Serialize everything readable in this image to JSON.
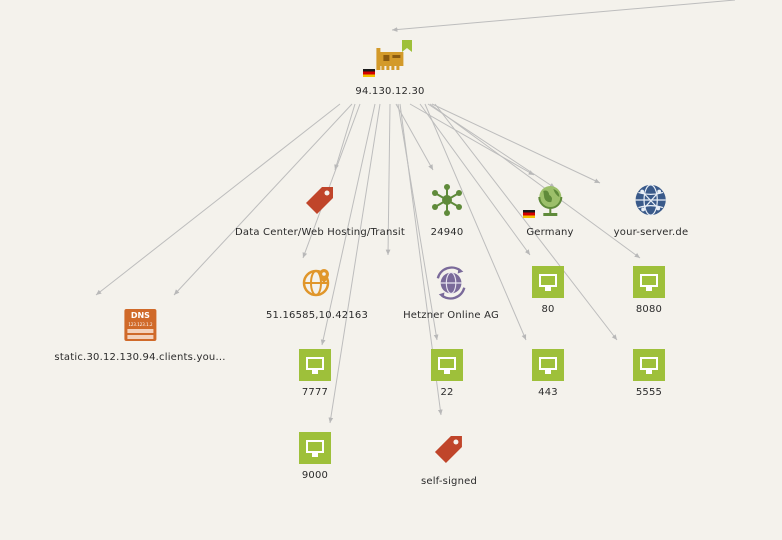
{
  "graph": {
    "root": {
      "label": "94.130.12.30",
      "icon": "network-card-icon",
      "flag": "de",
      "bookmarked": true
    },
    "nodes": [
      {
        "id": "tag-hosting",
        "label": "Data Center/Web Hosting/Transit",
        "icon": "tag-icon",
        "color": "#c0452a"
      },
      {
        "id": "asn",
        "label": "24940",
        "icon": "asn-hub-icon",
        "color": "#5f8a3a"
      },
      {
        "id": "country",
        "label": "Germany",
        "icon": "globe-icon",
        "color": "#6a9a4a",
        "flag": "de"
      },
      {
        "id": "domain",
        "label": "your-server.de",
        "icon": "network-globe-icon",
        "color": "#3a5a8a"
      },
      {
        "id": "coords",
        "label": "51.16585,10.42163",
        "icon": "location-globe-icon",
        "color": "#e0962a"
      },
      {
        "id": "org",
        "label": "Hetzner Online AG",
        "icon": "organization-icon",
        "color": "#7a6a9a"
      },
      {
        "id": "port-80",
        "label": "80",
        "icon": "ethernet-port-icon",
        "color": "#9ec03a"
      },
      {
        "id": "port-8080",
        "label": "8080",
        "icon": "ethernet-port-icon",
        "color": "#9ec03a"
      },
      {
        "id": "dns",
        "label": "static.30.12.130.94.clients.you...",
        "icon": "dns-server-icon",
        "color": "#d06a2a"
      },
      {
        "id": "port-7777",
        "label": "7777",
        "icon": "ethernet-port-icon",
        "color": "#9ec03a"
      },
      {
        "id": "port-22",
        "label": "22",
        "icon": "ethernet-port-icon",
        "color": "#9ec03a"
      },
      {
        "id": "port-443",
        "label": "443",
        "icon": "ethernet-port-icon",
        "color": "#9ec03a"
      },
      {
        "id": "port-5555",
        "label": "5555",
        "icon": "ethernet-port-icon",
        "color": "#9ec03a"
      },
      {
        "id": "port-9000",
        "label": "9000",
        "icon": "ethernet-port-icon",
        "color": "#9ec03a"
      },
      {
        "id": "tag-selfsigned",
        "label": "self-signed",
        "icon": "tag-icon",
        "color": "#c0452a"
      }
    ],
    "dns_icon_text": {
      "title": "DNS",
      "subtitle": "123.123.1.2"
    },
    "colors": {
      "edge": "#bdbdbd",
      "background": "#f4f2ec",
      "label": "#2b2b2b"
    }
  }
}
